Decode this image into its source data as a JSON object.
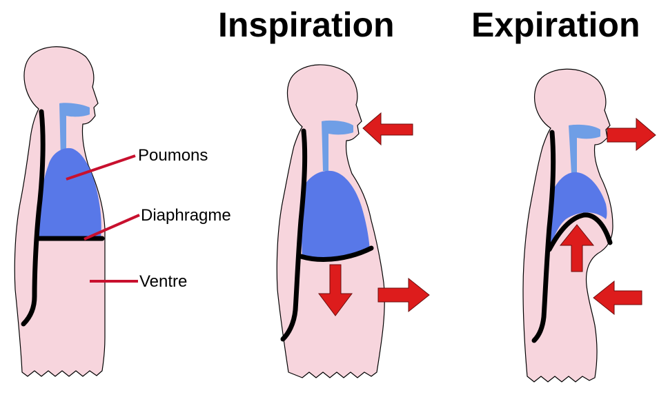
{
  "titles": {
    "inspiration": "Inspiration",
    "expiration": "Expiration"
  },
  "labels": {
    "lungs": "Poumons",
    "diaphragm": "Diaphragme",
    "belly": "Ventre"
  },
  "colors": {
    "body": "#f7d5dd",
    "airway": "#6f9ee6",
    "lungs": "#5878e8",
    "arrows": "#dd1c1c",
    "leader_lines": "#c8102e",
    "outline": "#000000"
  },
  "icons": [
    "airflow-in-arrow",
    "airflow-out-arrow",
    "diaphragm-down-arrow",
    "diaphragm-up-arrow",
    "belly-out-arrow",
    "belly-in-arrow"
  ]
}
